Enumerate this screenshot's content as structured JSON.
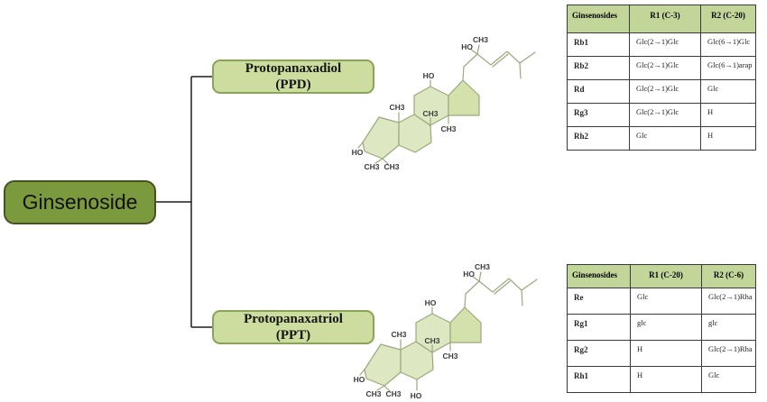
{
  "root_label": "Ginsenoside",
  "branches": {
    "ppd": {
      "line1": "Protopanaxadiol",
      "line2": "(PPD)"
    },
    "ppt": {
      "line1": "Protopanaxatriol",
      "line2": "(PPT)"
    }
  },
  "molecule_labels": {
    "ho": "HO",
    "ch3": "CH3"
  },
  "tables": {
    "ppd": {
      "headers": [
        "Ginsenosides",
        "R1 (C-3)",
        "R2 (C-20)"
      ],
      "rows": [
        [
          "Rb1",
          "Glc(2→1)Glc",
          "Glc(6→1)Glc"
        ],
        [
          "Rb2",
          "Glc(2→1)Glc",
          "Glc(6→1)arap"
        ],
        [
          "Rd",
          "Glc(2→1)Glc",
          "Glc"
        ],
        [
          "Rg3",
          "Glc(2→1)Glc",
          "H"
        ],
        [
          "Rh2",
          "Glc",
          "H"
        ]
      ]
    },
    "ppt": {
      "headers": [
        "Ginsenosides",
        "R1 (C-20)",
        "R2 (C-6)"
      ],
      "rows": [
        [
          "Re",
          "Glc",
          "Glc(2→1)Rha"
        ],
        [
          "Rg1",
          "glc",
          "glc"
        ],
        [
          "Rg2",
          "H",
          "Glc(2→1)Rha"
        ],
        [
          "Rh1",
          "H",
          "Glc"
        ]
      ]
    }
  },
  "colors": {
    "root_fill": "#7b993d",
    "branch_fill": "#cddc9f",
    "table_header_fill": "#c2d69a",
    "ring_fill": "#dde8c2",
    "ring_stroke": "#9aa87a",
    "connector": "#1d1d1d"
  }
}
